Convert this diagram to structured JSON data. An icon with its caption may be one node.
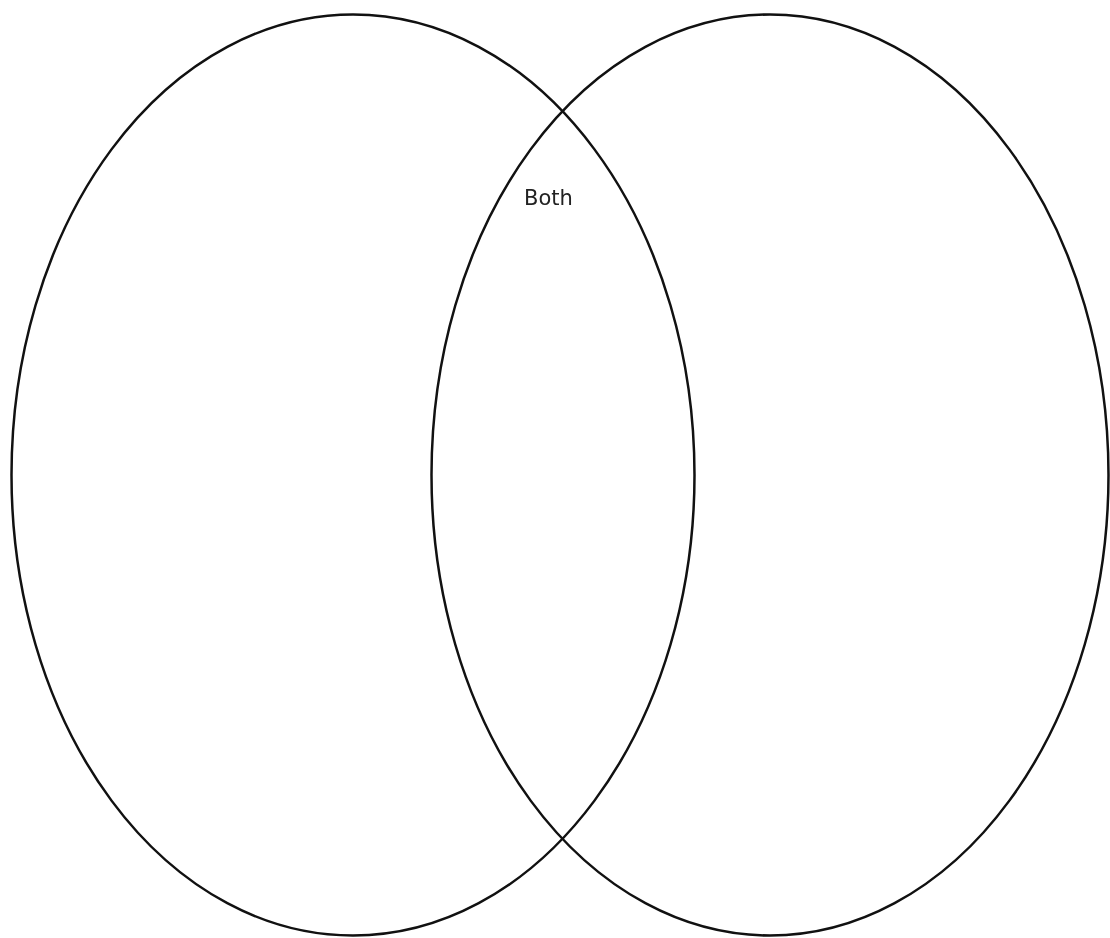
{
  "diagram": {
    "nodes": [
      {
        "text": [],
        "shape": "ellipse"
      },
      {
        "text": [],
        "shape": "ellipse"
      }
    ],
    "labels": [
      "Both"
    ]
  }
}
